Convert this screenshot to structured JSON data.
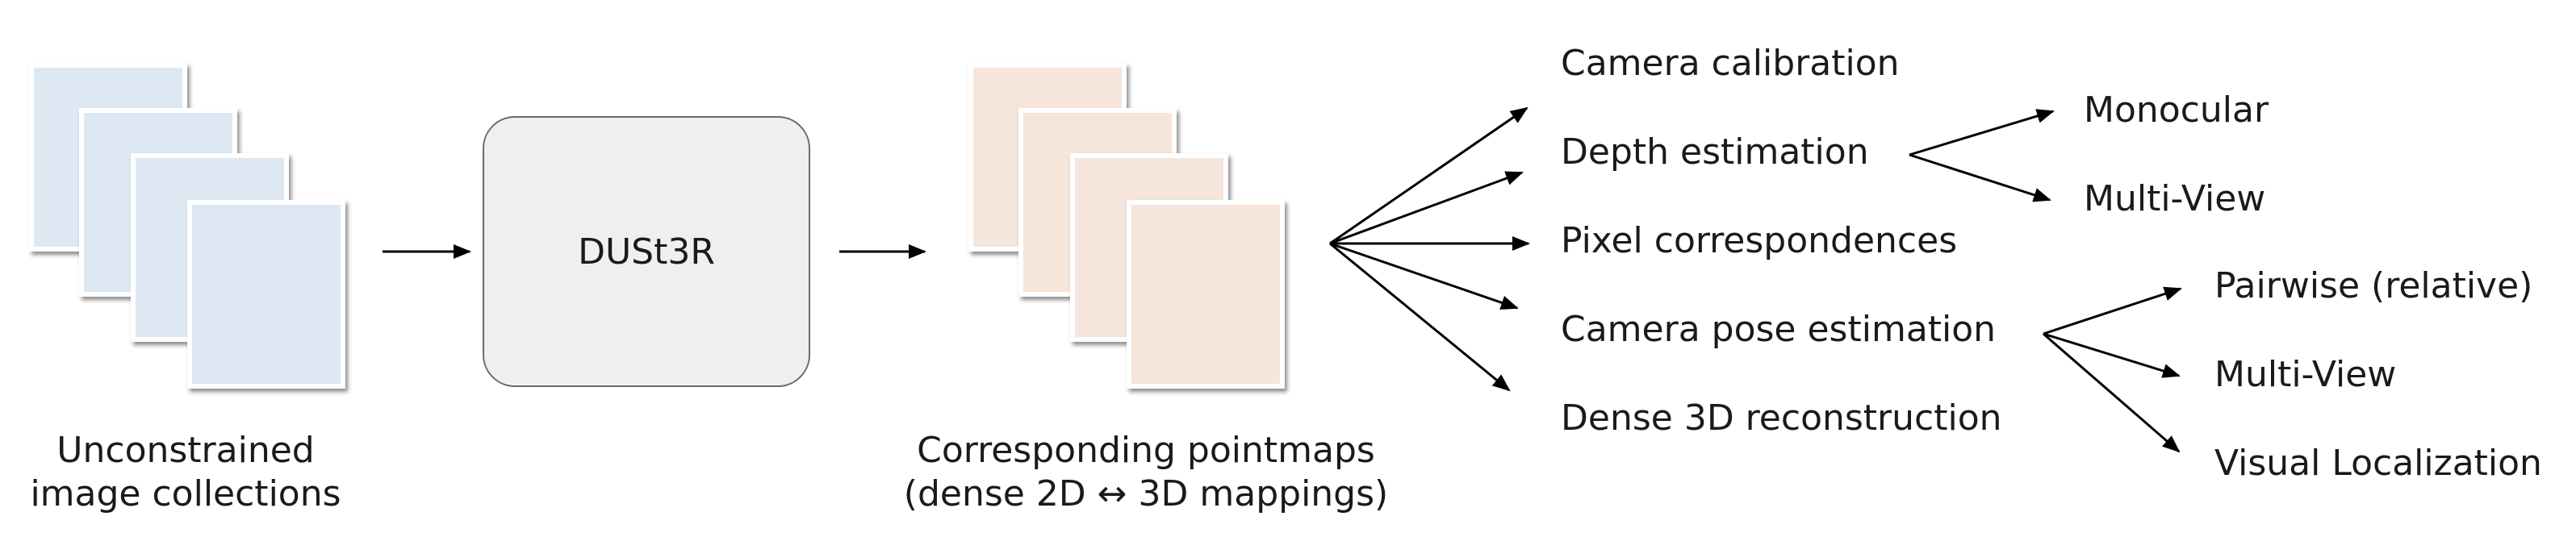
{
  "input": {
    "caption_line1": "Unconstrained",
    "caption_line2": "image collections"
  },
  "model": {
    "name": "DUSt3R"
  },
  "output": {
    "caption_line1": "Corresponding pointmaps",
    "caption_line2": "(dense 2D ↔ 3D mappings)"
  },
  "tasks": [
    {
      "label": "Camera calibration"
    },
    {
      "label": "Depth estimation"
    },
    {
      "label": "Pixel correspondences"
    },
    {
      "label": "Camera pose estimation"
    },
    {
      "label": "Dense 3D reconstruction"
    }
  ],
  "depth_subtasks": [
    {
      "label": "Monocular"
    },
    {
      "label": "Multi-View"
    }
  ],
  "pose_subtasks": [
    {
      "label": "Pairwise (relative)"
    },
    {
      "label": "Multi-View"
    },
    {
      "label": "Visual Localization"
    }
  ],
  "colors": {
    "image_card": "#dde8f3",
    "pointmap_card": "#f5e5da",
    "model_box": "#efefef",
    "arrow": "#000000"
  }
}
